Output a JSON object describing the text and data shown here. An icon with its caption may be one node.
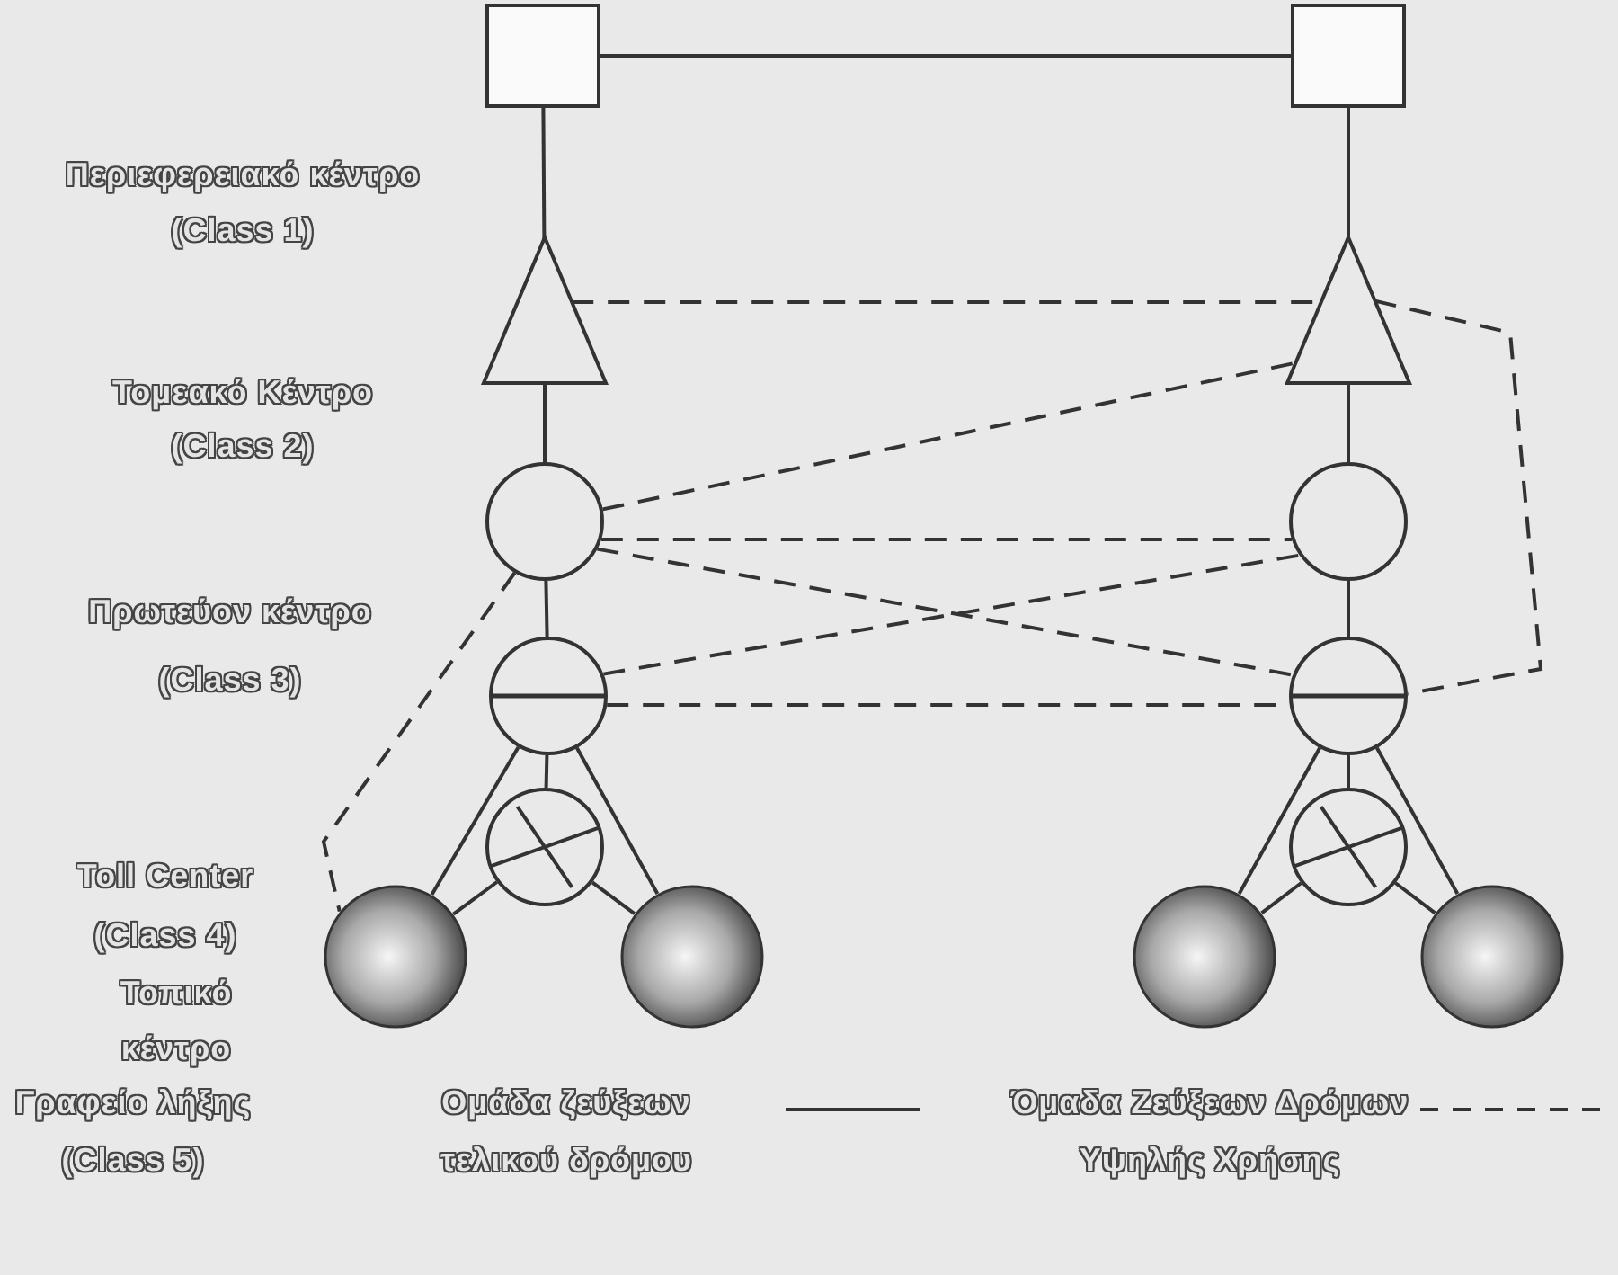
{
  "diagram": {
    "nodes": [
      {
        "text": [],
        "shape": "box"
      },
      {
        "text": [],
        "shape": "triangle"
      },
      {
        "text": [],
        "shape": "circle"
      },
      {
        "text": [],
        "shape": "circle"
      },
      {
        "text": [],
        "shape": "circle"
      },
      {
        "text": [],
        "shape": "sphere"
      },
      {
        "text": [],
        "shape": "sphere"
      },
      {
        "text": [],
        "shape": "box"
      },
      {
        "text": [],
        "shape": "triangle"
      },
      {
        "text": [],
        "shape": "circle"
      },
      {
        "text": [],
        "shape": "circle"
      },
      {
        "text": [],
        "shape": "circle"
      },
      {
        "text": [],
        "shape": "sphere"
      },
      {
        "text": [],
        "shape": "sphere"
      }
    ],
    "edges": [
      {
        "from": 0,
        "to": 7,
        "arrow": "none"
      },
      {
        "from": 0,
        "to": 1,
        "arrow": "none"
      },
      {
        "from": 1,
        "to": 2,
        "arrow": "none"
      },
      {
        "from": 2,
        "to": 3,
        "arrow": "none"
      },
      {
        "from": 3,
        "to": 4,
        "arrow": "none"
      },
      {
        "from": 3,
        "to": 5,
        "arrow": "none"
      },
      {
        "from": 3,
        "to": 6,
        "arrow": "none"
      },
      {
        "from": 4,
        "to": 5,
        "arrow": "none"
      },
      {
        "from": 4,
        "to": 6,
        "arrow": "none"
      },
      {
        "from": 7,
        "to": 8,
        "arrow": "none"
      },
      {
        "from": 8,
        "to": 9,
        "arrow": "none"
      },
      {
        "from": 9,
        "to": 10,
        "arrow": "none"
      },
      {
        "from": 10,
        "to": 11,
        "arrow": "none"
      },
      {
        "from": 10,
        "to": 12,
        "arrow": "none"
      },
      {
        "from": 10,
        "to": 13,
        "arrow": "none"
      },
      {
        "from": 11,
        "to": 12,
        "arrow": "none"
      },
      {
        "from": 11,
        "to": 13,
        "arrow": "none"
      },
      {
        "from": 1,
        "to": 8,
        "arrow": "none",
        "style": "dashed"
      },
      {
        "from": 2,
        "to": 8,
        "arrow": "none",
        "style": "dashed"
      },
      {
        "from": 2,
        "to": 9,
        "arrow": "none",
        "style": "dashed"
      },
      {
        "from": 2,
        "to": 10,
        "arrow": "none",
        "style": "dashed"
      },
      {
        "from": 3,
        "to": 9,
        "arrow": "none",
        "style": "dashed"
      },
      {
        "from": 3,
        "to": 10,
        "arrow": "none",
        "style": "dashed"
      },
      {
        "from": 8,
        "to": 10,
        "arrow": "none",
        "style": "dashed"
      },
      {
        "from": 2,
        "to": 5,
        "arrow": "none",
        "style": "dashed"
      }
    ],
    "labels": [
      "Περιεφερειακό κέντρο",
      "(Class 1)",
      "Τομεακό Κέντρο",
      "(Class 2)",
      "Πρωτεύον κέντρο",
      "(Class 3)",
      "Toll Center",
      "(Class 4)",
      "Τοπικό",
      "κέντρο",
      "Γραφείο λήξης",
      "(Class 5)"
    ],
    "legend": [
      {
        "text": "Ομάδα ζεύξεων τελικού δρόμου"
      },
      {
        "text": "Όμαδα Ζεύξεων Δρόμων Υψηλής Χρήσης"
      }
    ]
  }
}
